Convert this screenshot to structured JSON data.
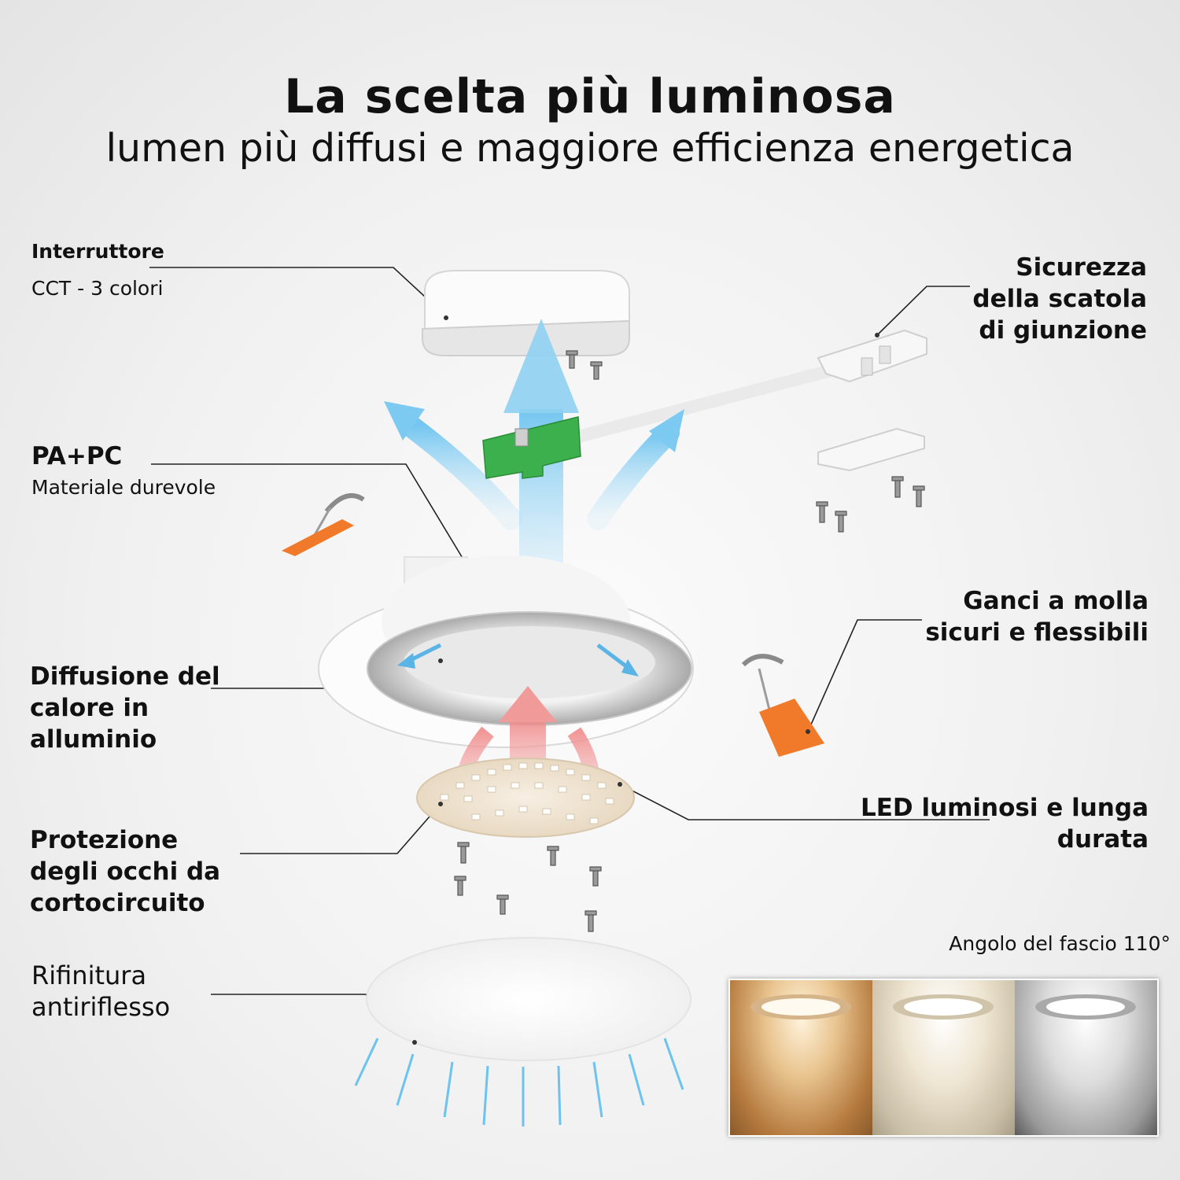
{
  "header": {
    "title": "La scelta più luminosa",
    "subtitle": "lumen più diffusi e maggiore efficienza energetica"
  },
  "labels": {
    "switch": {
      "title": "Interruttore",
      "desc": "CCT - 3 colori"
    },
    "junction": {
      "line1": "Sicurezza",
      "line2": "della scatola",
      "line3": "di giunzione"
    },
    "material": {
      "title": "PA+PC",
      "desc": "Materiale durevole"
    },
    "spring": {
      "line1": "Ganci a molla",
      "line2": "sicuri e flessibili"
    },
    "heat": {
      "line1": "Diffusione del",
      "line2": "calore in",
      "line3": "alluminio"
    },
    "led": {
      "line1": "LED luminosi e lunga",
      "line2": "durata"
    },
    "eye": {
      "line1": "Protezione",
      "line2": "degli occhi da",
      "line3": "cortocircuito"
    },
    "finish": {
      "line1": "Rifinitura",
      "line2": "antiriflesso"
    }
  },
  "beam": {
    "label": "Angolo del fascio 110°",
    "colors": [
      "#c48a44",
      "#d9cdb4",
      "#8a8a8a"
    ]
  },
  "colors": {
    "accent_green": "#3cb04c",
    "accent_orange": "#f07a2a",
    "arrow_blue": "#8fd0f2",
    "arrow_red": "#f2a1a1"
  }
}
